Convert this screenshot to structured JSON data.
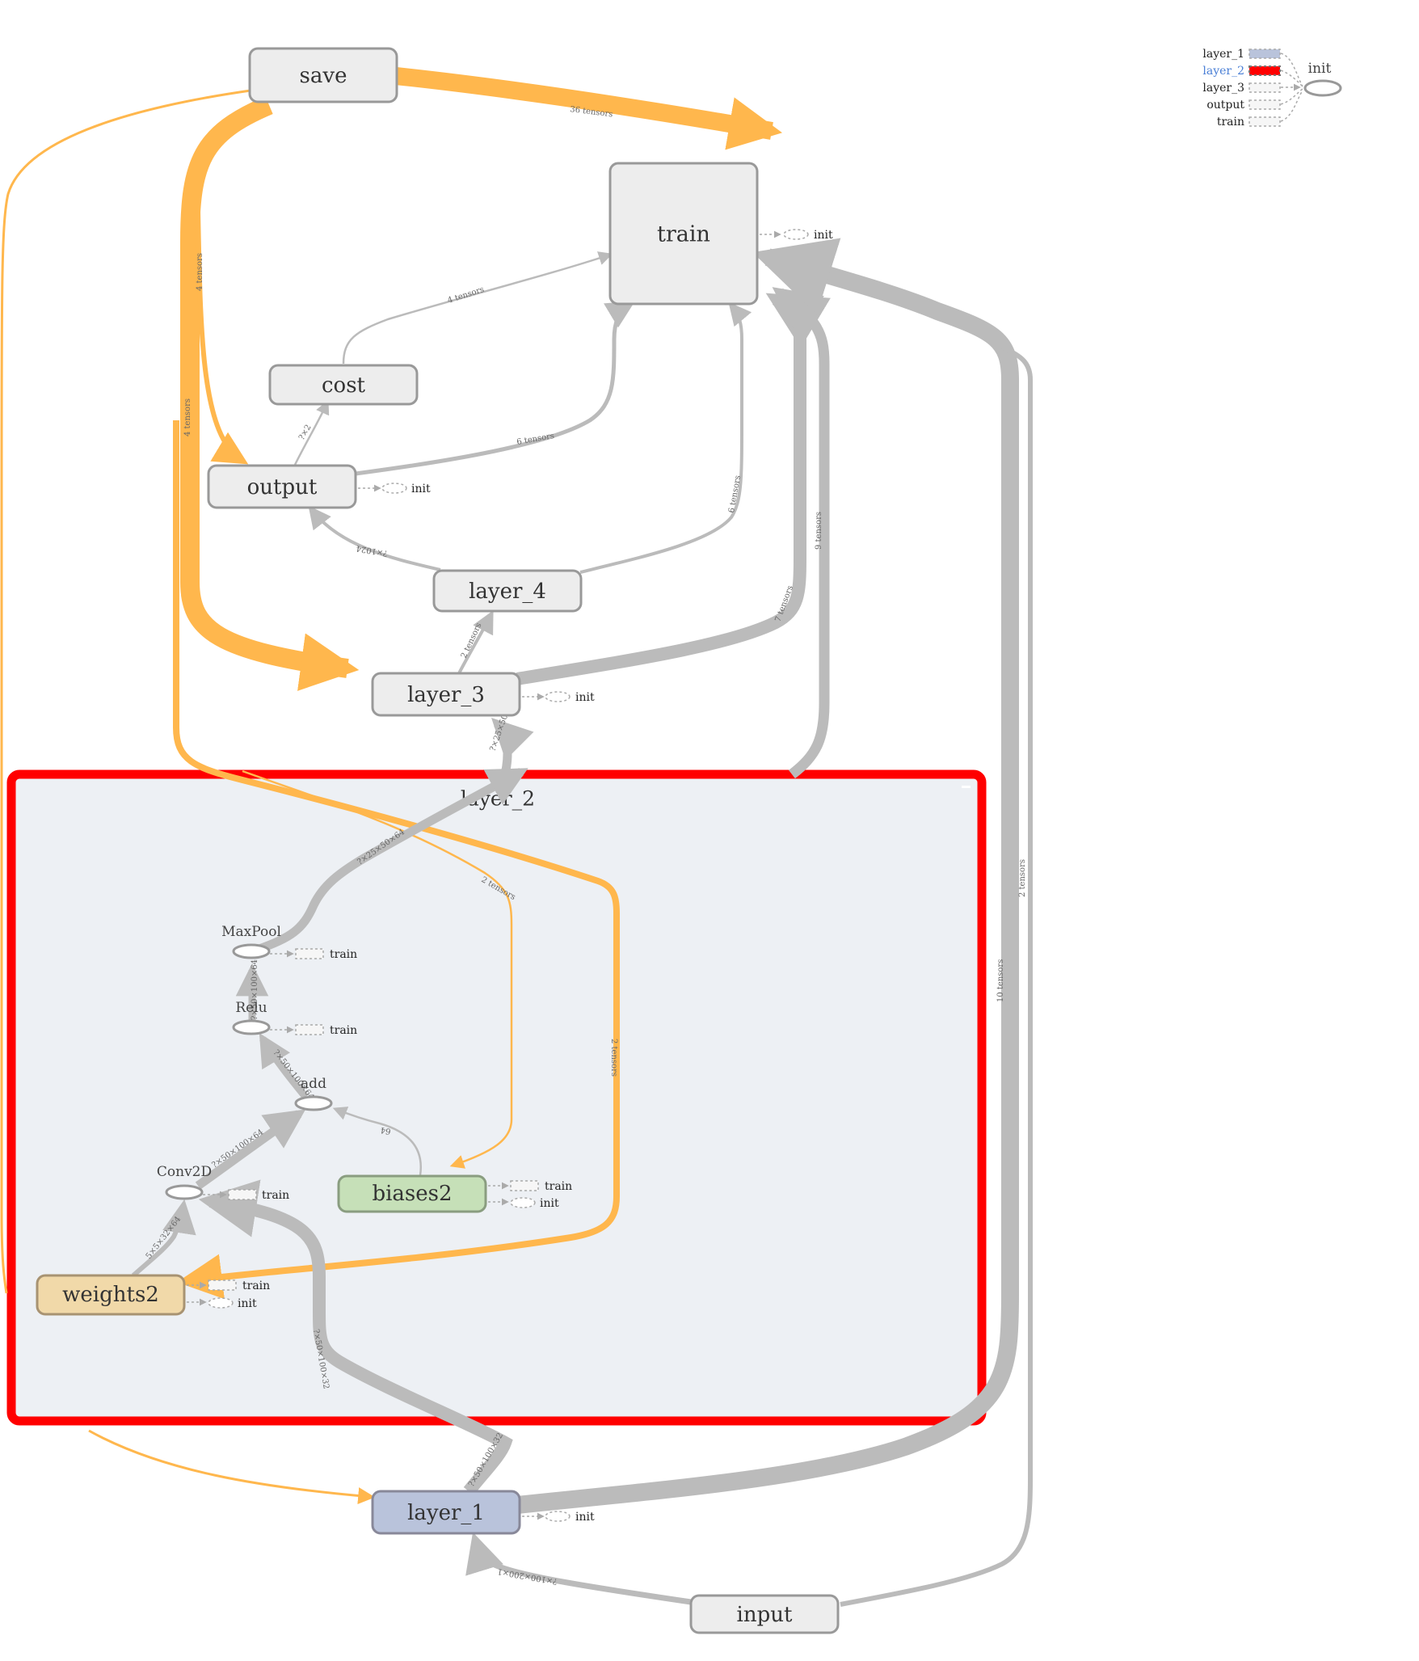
{
  "nodes": {
    "save": "save",
    "train": "train",
    "cost": "cost",
    "output": "output",
    "layer_4": "layer_4",
    "layer_3": "layer_3",
    "layer_1": "layer_1",
    "input": "input"
  },
  "scope": {
    "title": "layer_2",
    "ops": {
      "maxpool": "MaxPool",
      "relu": "Relu",
      "add": "add",
      "conv2d": "Conv2D"
    },
    "vars": {
      "biases2": "biases2",
      "weights2": "weights2"
    }
  },
  "aux": {
    "init": "init",
    "train": "train"
  },
  "edge_labels": {
    "save_train": "36 tensors",
    "save_output": "4 tensors",
    "save_layer3": "4 tensors",
    "cost_train": "4 tensors",
    "output_cost": "?×2",
    "output_train": "6 tensors",
    "layer4_output": "?×1024",
    "layer4_train": "6 tensors",
    "layer3_layer4": "2 tensors",
    "layer3_train": "7 tensors",
    "layer2_train": "9 tensors",
    "layer2_layer3": "?×25×50×64",
    "maxpool_out": "?×25×50×64",
    "relu_maxpool": "?×50×100×64",
    "add_relu": "?×50×100×64",
    "biases_add": "64",
    "conv_add": "?×50×100×64",
    "weights_conv": "5×5×32×64",
    "layer1_conv": "?×50×100×32",
    "layer1_train": "10 tensors",
    "save_biases": "2 tensors",
    "save_weights": "2 tensors",
    "input_layer1": "?×100×200×1",
    "input_train": "2 tensors"
  },
  "legend": {
    "title": "init",
    "items": [
      "layer_1",
      "layer_2",
      "layer_3",
      "output",
      "train"
    ]
  },
  "colors": {
    "orange": "#FFB74D",
    "gray": "#BBBBBB",
    "highlight": "#FF0000",
    "scope_fill": "#EDF0F4",
    "layer1_fill": "#B9C3DB",
    "biases_fill": "#C6E0B8",
    "weights_fill": "#F1D9A9",
    "legend_link": "#4A7FD6"
  }
}
